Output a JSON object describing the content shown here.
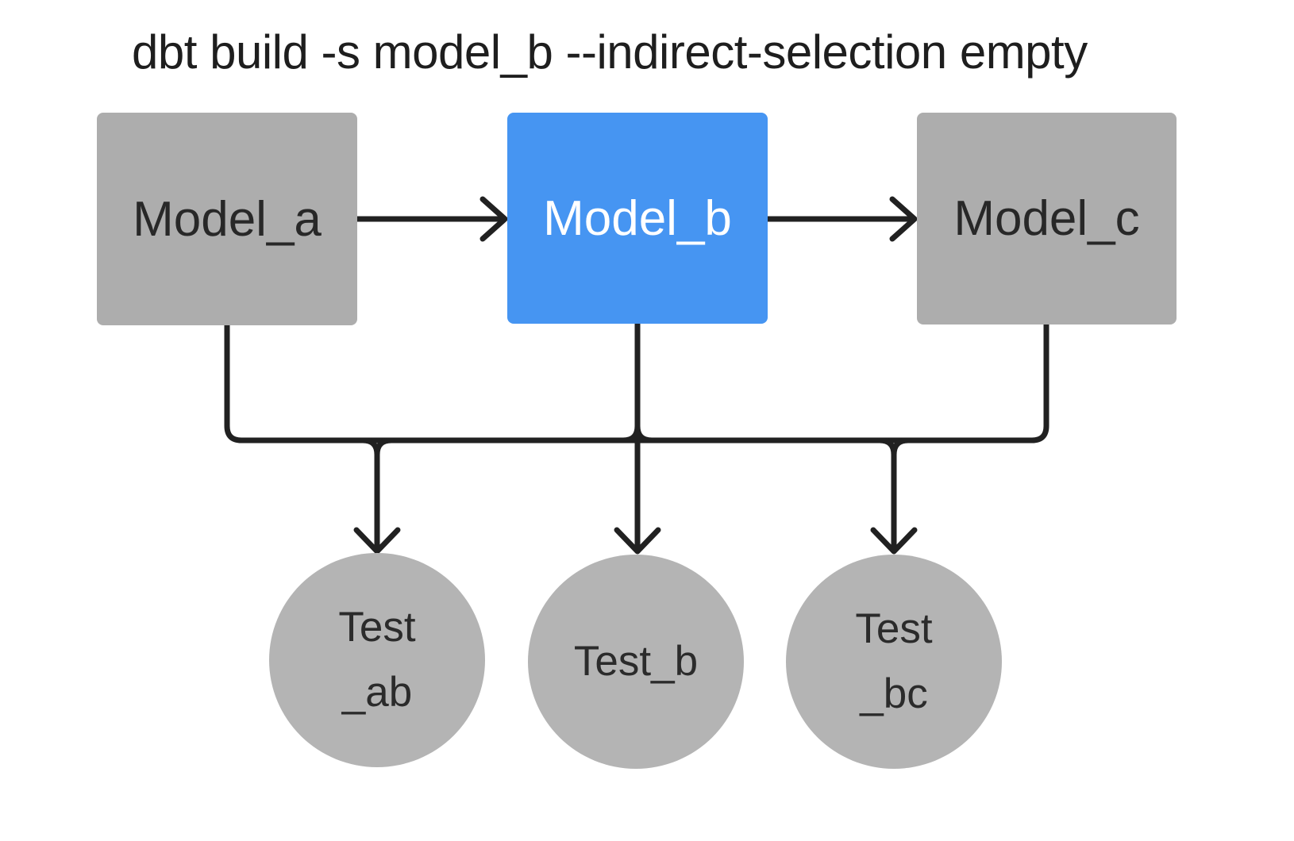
{
  "diagram": {
    "title": "dbt build -s model_b --indirect-selection empty",
    "colors": {
      "selected_node_fill": "#4695F2",
      "unselected_node_fill": "#ADADAD",
      "test_node_fill": "#B4B4B4",
      "edge_stroke": "#212121",
      "title_text": "#1E1E1E",
      "dark_node_text": "#282828",
      "selected_node_text": "#FFFFFF",
      "background": "#FFFFFF"
    },
    "nodes": {
      "model_a": {
        "label": "Model_a",
        "type": "model",
        "selected": false
      },
      "model_b": {
        "label": "Model_b",
        "type": "model",
        "selected": true
      },
      "model_c": {
        "label": "Model_c",
        "type": "model",
        "selected": false
      },
      "test_ab": {
        "lines": [
          "Test",
          "_ab"
        ],
        "type": "test",
        "selected": false
      },
      "test_b": {
        "lines": [
          "Test_b"
        ],
        "type": "test",
        "selected": false
      },
      "test_bc": {
        "lines": [
          "Test",
          "_bc"
        ],
        "type": "test",
        "selected": false
      }
    },
    "edges": [
      {
        "from": "model_a",
        "to": "model_b"
      },
      {
        "from": "model_b",
        "to": "model_c"
      },
      {
        "from": "model_a",
        "to": "test_ab"
      },
      {
        "from": "model_b",
        "to": "test_ab"
      },
      {
        "from": "model_b",
        "to": "test_b"
      },
      {
        "from": "model_b",
        "to": "test_bc"
      },
      {
        "from": "model_c",
        "to": "test_bc"
      }
    ]
  }
}
